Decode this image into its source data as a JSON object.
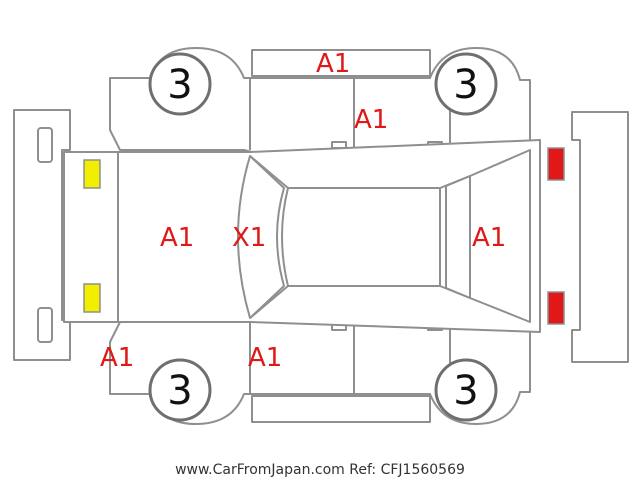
{
  "diagram": {
    "tires": {
      "front_left": "3",
      "front_right": "3",
      "rear_left": "3",
      "rear_right": "3"
    },
    "marks": {
      "roof_side_top": "A1",
      "door_top": "A1",
      "hood": "A1",
      "windshield": "X1",
      "tailgate": "A1",
      "front_bumper_corner": "A1",
      "front_door_bottom": "A1"
    },
    "colors": {
      "mark": "#e01818",
      "front_lamp": "#f2ee00",
      "rear_lamp": "#e01818",
      "outline": "#8f8f8f"
    }
  },
  "footer": {
    "watermark": "www.CarFromJapan.com Ref: CFJ1560569"
  }
}
